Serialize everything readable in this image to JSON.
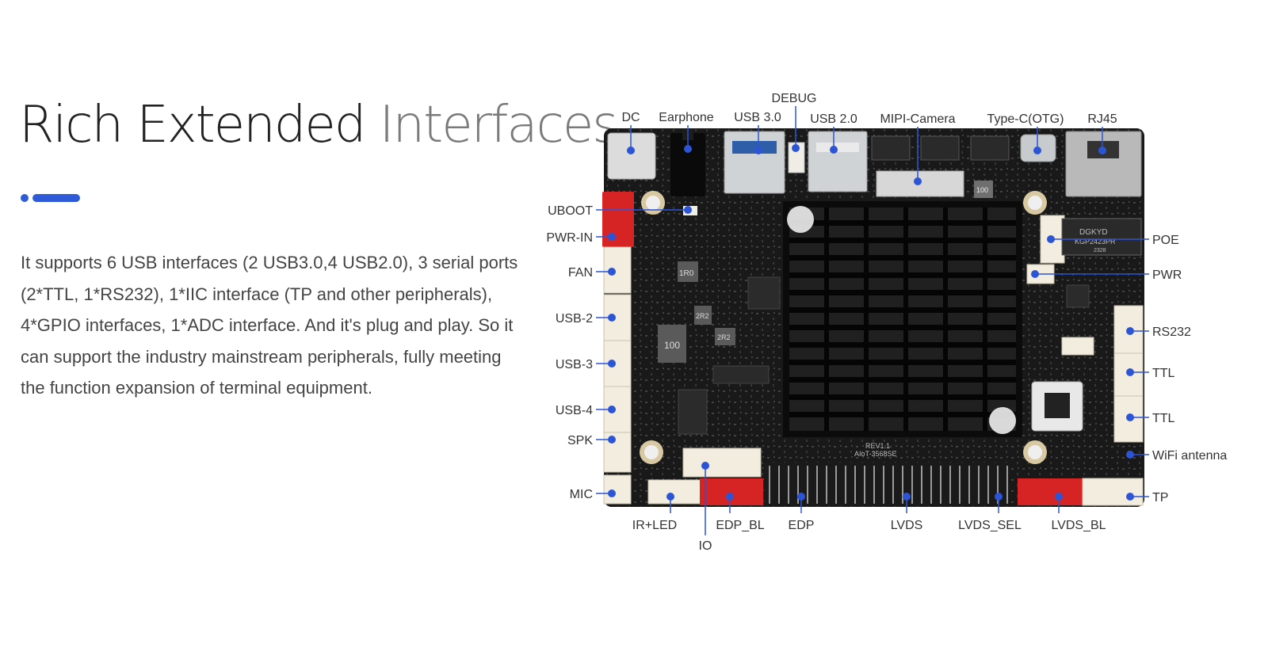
{
  "heading": {
    "part1": "Rich",
    "part2": "Extended",
    "part3": "Interfaces"
  },
  "description": "It supports 6 USB interfaces (2 USB3.0,4 USB2.0), 3 serial ports (2*TTL, 1*RS232), 1*IIC interface (TP and other peripherals), 4*GPIO interfaces, 1*ADC interface. And it's plug and play. So it can support the industry mainstream peripherals, fully meeting the function expansion of terminal equipment.",
  "board": {
    "silkscreen": {
      "model": "AIoT-3568SE",
      "rev": "REV1.1",
      "transformer_brand": "DGKYD",
      "transformer_model": "KGP2423PR",
      "transformer_code": "2328",
      "inductor_large": "100",
      "inductor_small": "1R0",
      "inductor_a": "2R2",
      "inductor_b": "2R2",
      "cap": "100"
    }
  },
  "labels": {
    "dc": "DC",
    "earphone": "Earphone",
    "usb30": "USB 3.0",
    "debug": "DEBUG",
    "usb20": "USB 2.0",
    "mipi": "MIPI-Camera",
    "typec": "Type-C(OTG)",
    "rj45": "RJ45",
    "uboot": "UBOOT",
    "pwrin": "PWR-IN",
    "fan": "FAN",
    "usb2": "USB-2",
    "usb3": "USB-3",
    "usb4": "USB-4",
    "spk": "SPK",
    "mic": "MIC",
    "poe": "POE",
    "pwr": "PWR",
    "rs232": "RS232",
    "ttl1": "TTL",
    "ttl2": "TTL",
    "wifi": "WiFi antenna",
    "tp": "TP",
    "irled": "IR+LED",
    "edpbl": "EDP_BL",
    "io": "IO",
    "edp": "EDP",
    "lvds": "LVDS",
    "lvdssel": "LVDS_SEL",
    "lvdsbl": "LVDS_BL"
  }
}
